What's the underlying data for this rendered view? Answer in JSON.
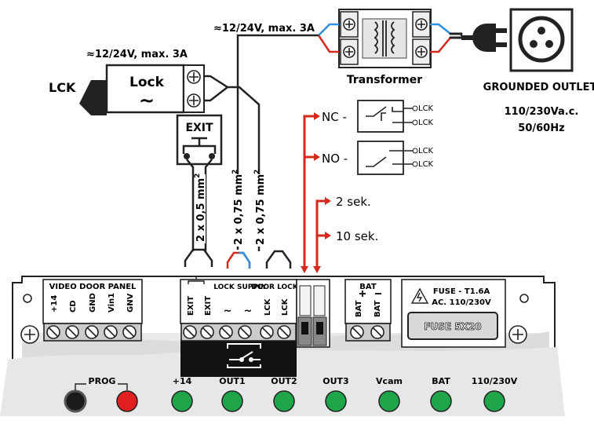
{
  "transformer": {
    "label": "Transformer"
  },
  "outlet": {
    "title": "GROUNDED OUTLET",
    "voltage": "110/230Va.c.",
    "frequency": "50/60Hz"
  },
  "supply": {
    "top_label": "≈12/24V, max. 3A",
    "lock_label": "≈12/24V, max. 3A"
  },
  "lock": {
    "side_label": "LCK",
    "name": "Lock",
    "tilde": "~"
  },
  "exit_button": {
    "label": "EXIT"
  },
  "cables": {
    "exit": "2 x 0,5 mm",
    "supply": "2 x 0,75 mm",
    "lock": "2 x 0,75 mm",
    "sup": "2"
  },
  "contacts": {
    "nc": "NC -",
    "no": "NO -",
    "lck": "LCK"
  },
  "timers": {
    "short": "2 sek.",
    "long": "10 sek."
  },
  "panel": {
    "video_door_panel": "VIDEO DOOR PANEL",
    "vdp_terminals": [
      "+14",
      "CD",
      "GND",
      "Vin1",
      "GNV"
    ],
    "exit_terminals": [
      "EXIT",
      "EXIT"
    ],
    "lock_supply": "LOCK SUPPLY",
    "lock_supply_symbols": [
      "~",
      "~"
    ],
    "door_lock": "DOOR LOCK",
    "door_lock_terminals": [
      "LCK",
      "LCK"
    ],
    "bat": "BAT",
    "bat_terminals": [
      "BAT",
      "BAT"
    ],
    "fuse_title": "FUSE - T1.6A",
    "fuse_ac": "AC. 110/230V",
    "fuse_box": "FUSE 5X20"
  },
  "leds": [
    {
      "label": "PROG",
      "color": "#1a1a1a"
    },
    {
      "label": "",
      "color": "#e02020"
    },
    {
      "label": "+14",
      "color": "#1fa64a"
    },
    {
      "label": "OUT1",
      "color": "#1fa64a"
    },
    {
      "label": "OUT2",
      "color": "#1fa64a"
    },
    {
      "label": "OUT3",
      "color": "#1fa64a"
    },
    {
      "label": "Vcam",
      "color": "#1fa64a"
    },
    {
      "label": "BAT",
      "color": "#1fa64a"
    },
    {
      "label": "110/230V",
      "color": "#1fa64a"
    }
  ],
  "colors": {
    "red_wire": "#d42a1e",
    "blue_wire": "#2f8fe0",
    "green_led": "#1fa64a"
  }
}
